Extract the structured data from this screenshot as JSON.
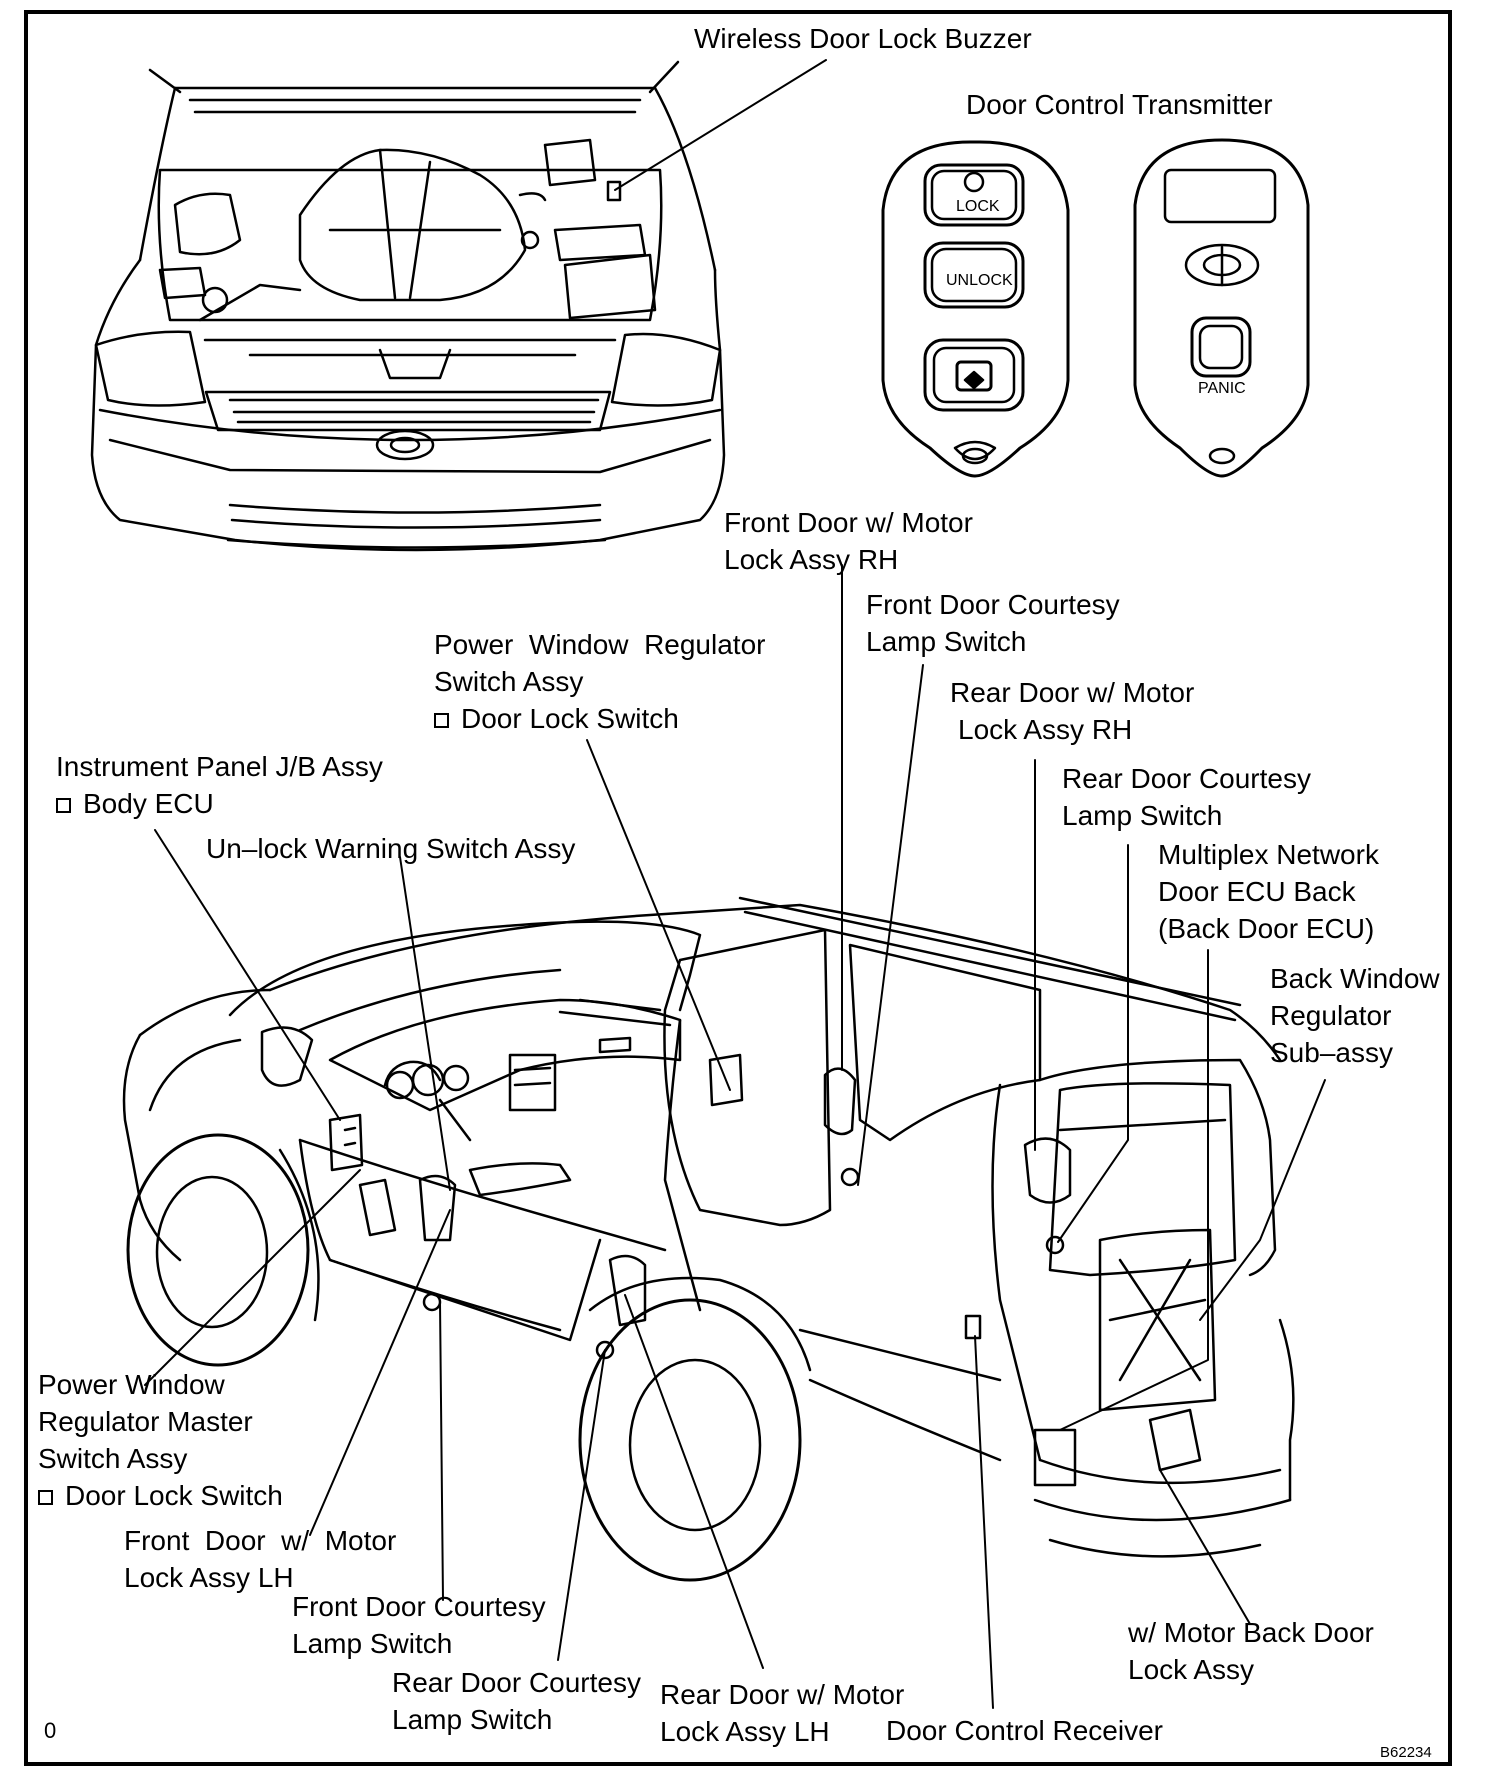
{
  "labels": {
    "wireless_buzzer": "Wireless Door Lock Buzzer",
    "transmitter": "Door Control Transmitter",
    "fr_lock_rh": {
      "line1": "Front Door w/ Motor",
      "line2": "Lock Assy RH"
    },
    "fr_courtesy_rh": {
      "line1": "Front Door Courtesy",
      "line2": "Lamp Switch"
    },
    "pw_switch": {
      "line1": "Power  Window  Regulator",
      "line2": "Switch Assy",
      "line3": "Door Lock Switch"
    },
    "rr_lock_rh": {
      "line1": "Rear Door w/ Motor",
      "line2": "Lock Assy RH"
    },
    "rr_courtesy_rh": {
      "line1": "Rear Door Courtesy",
      "line2": "Lamp Switch"
    },
    "ip_jb": {
      "line1": "Instrument Panel J/B Assy",
      "line2": "Body ECU"
    },
    "unlock_warning": "Un–lock Warning Switch Assy",
    "multiplex": {
      "line1": "Multiplex Network",
      "line2": "Door ECU Back",
      "line3": "(Back Door ECU)"
    },
    "back_window": {
      "line1": "Back Window",
      "line2": "Regulator",
      "line3": "Sub–assy"
    },
    "pw_master": {
      "line1": "Power Window",
      "line2": "Regulator Master",
      "line3": "Switch Assy",
      "line4": "Door Lock Switch"
    },
    "fr_lock_lh": {
      "line1": "Front  Door  w/  Motor",
      "line2": "Lock Assy LH"
    },
    "fr_courtesy_lh": {
      "line1": "Front Door Courtesy",
      "line2": "Lamp Switch"
    },
    "rr_courtesy_lh": {
      "line1": "Rear Door Courtesy",
      "line2": "Lamp Switch"
    },
    "rr_lock_lh": {
      "line1": "Rear Door w/ Motor",
      "line2": "Lock Assy LH"
    },
    "receiver": "Door Control Receiver",
    "back_door_lock": {
      "line1": "w/ Motor Back Door",
      "line2": "Lock Assy"
    }
  },
  "transmitter": {
    "lock": "LOCK",
    "unlock": "UNLOCK",
    "panic": "PANIC"
  },
  "footer": {
    "corner_mark": "0",
    "figure_id": "B62234"
  }
}
